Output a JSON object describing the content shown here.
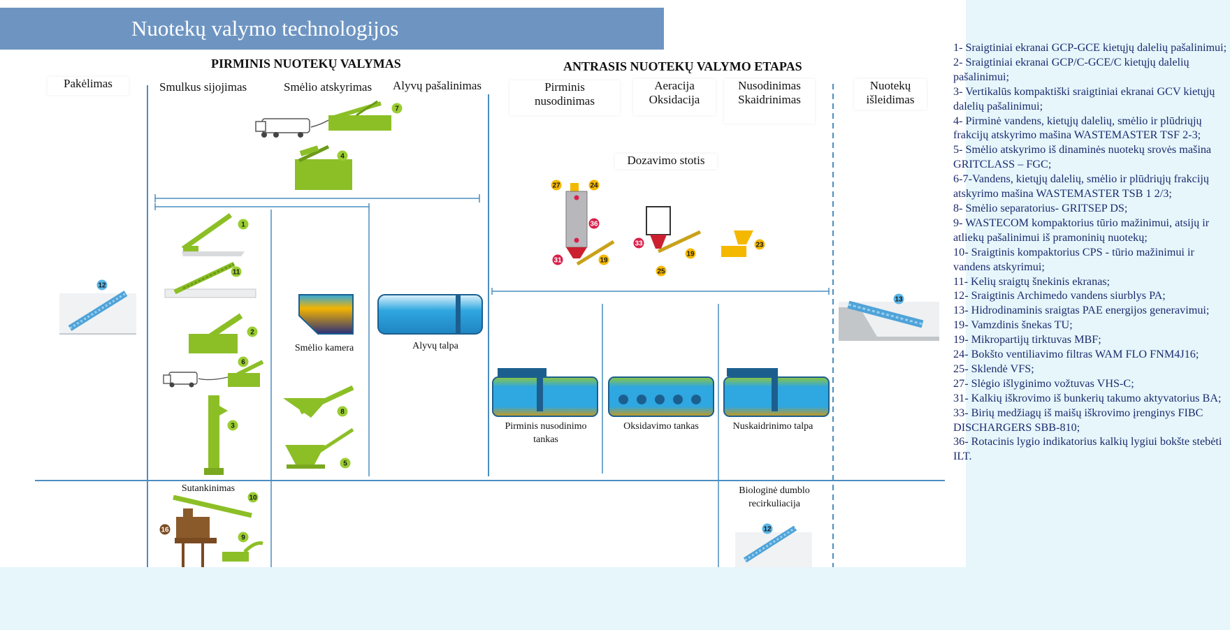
{
  "title": "Nuotekų valymo technologijos",
  "sections": {
    "primary": "PIRMINIS NUOTEKŲ VALYMAS",
    "secondary": "ANTRASIS NUOTEKŲ VALYMO ETAPAS"
  },
  "columns": {
    "pakelimas": "Pakėlimas",
    "smulkus": "Smulkus sijojimas",
    "smelio": "Smėlio atskyrimas",
    "alyvu": "Alyvų pašalinimas",
    "pirminis_line1": "Pirminis",
    "pirminis_line2": "nusodinimas",
    "aeracija_line1": "Aeracija",
    "aeracija_line2": "Oksidacija",
    "nusodinimas_line1": "Nusodinimas",
    "nusodinimas_line2": "Skaidrinimas",
    "isleidimas_line1": "Nuotekų",
    "isleidimas_line2": "išleidimas"
  },
  "labels": {
    "dozavimo": "Dozavimo stotis",
    "smelio_kamera": "Smėlio kamera",
    "alyvu_talpa": "Alyvų talpa",
    "pirminis_tank_line1": "Pirminis nusodinimo",
    "pirminis_tank_line2": "tankas",
    "oksidavimo": "Oksidavimo tankas",
    "nuskaidrinimo": "Nuskaidrinimo talpa",
    "sutankinimas": "Sutankinimas",
    "bio_line1": "Biologinė dumblo",
    "bio_line2": "recirkuliacija"
  },
  "badges": [
    "1",
    "2",
    "3",
    "4",
    "5",
    "6",
    "7",
    "8",
    "9",
    "10",
    "11",
    "12",
    "12",
    "13",
    "16",
    "19",
    "19",
    "23",
    "24",
    "25",
    "27",
    "31",
    "33",
    "36"
  ],
  "legend": [
    "1- Sraigtiniai ekranai GCP-GCE kietųjų dalelių pašalinimui;",
    "2- Sraigtiniai ekranai GCP/C-GCE/C kietųjų dalelių pašalinimui;",
    "3- Vertikalūs kompaktiški sraigtiniai ekranai GCV kietųjų dalelių pašalinimui;",
    "4- Pirminė vandens, kietųjų dalelių, smėlio ir plūdriųjų frakcijų atskyrimo mašina WASTEMASTER TSF 2-3;",
    "5- Smėlio atskyrimo iš dinaminės nuotekų srovės mašina GRITCLASS – FGC;",
    "6-7-Vandens, kietųjų dalelių, smėlio ir plūdriųjų frakcijų atskyrimo mašina WASTEMASTER TSB 1 2/3;",
    "8-  Smėlio separatorius- GRITSEP DS;",
    "9-  WASTECOM  kompaktorius tūrio mažinimui, atsijų ir atliekų pašalinimui iš pramoninių nuotekų;",
    "10-  Sraigtinis kompaktorius CPS - tūrio mažinimui ir vandens atskyrimui;",
    "11-  Kelių sraigtų šnekinis ekranas;",
    "12-  Sraigtinis Archimedo vandens siurblys PA;",
    "13-  Hidrodinaminis sraigtas PAE energijos generavimui;",
    "19-  Vamzdinis šnekas TU;",
    "19-  Mikropartijų tirktuvas MBF;",
    "24-  Bokšto ventiliavimo filtras WAM FLO FNM4J16;",
    "25-  Sklendė VFS;",
    "27-  Slėgio išlyginimo vožtuvas VHS-C;",
    "31-  Kalkių iškrovimo iš bunkerių  takumo aktyvatorius BA;",
    "33-  Birių medžiagų iš maišų iškrovimo įrenginys FIBC DISCHARGERS SBB-810;",
    "36-  Rotacinis lygio indikatorius kalkių lygiui bokšte stebėti ILT."
  ],
  "colors": {
    "title_bar": "#6e95c2",
    "divider": "#4a8dc0",
    "machine_green": "#8cbf26",
    "badge_green": "#9acd32",
    "badge_yellow": "#f5b800",
    "badge_red": "#d8204a",
    "badge_blue": "#5ab5e8",
    "water_blue": "#2fa7e0",
    "sludge": "#c89a1a",
    "legend_text": "#1b2b6e"
  }
}
